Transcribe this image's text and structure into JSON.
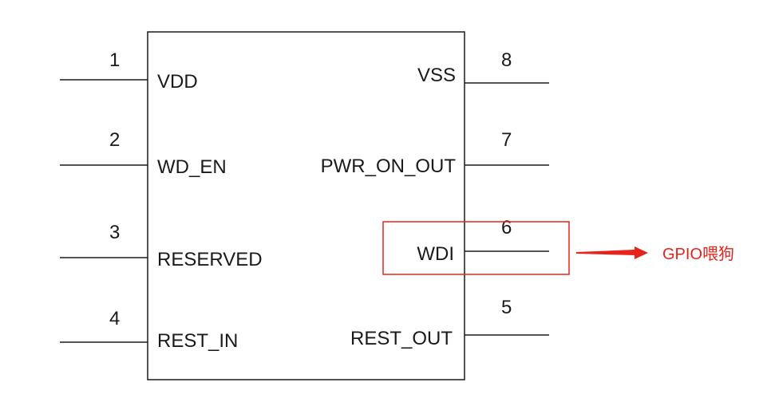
{
  "pins": [
    {
      "number": "1",
      "label": "VDD"
    },
    {
      "number": "2",
      "label": "WD_EN"
    },
    {
      "number": "3",
      "label": "RESERVED"
    },
    {
      "number": "4",
      "label": "REST_IN"
    },
    {
      "number": "5",
      "label": "REST_OUT"
    },
    {
      "number": "6",
      "label": "WDI"
    },
    {
      "number": "7",
      "label": "PWR_ON_OUT"
    },
    {
      "number": "8",
      "label": "VSS"
    }
  ],
  "annotation": {
    "text": "GPIO喂狗",
    "color": "#e8231b"
  }
}
